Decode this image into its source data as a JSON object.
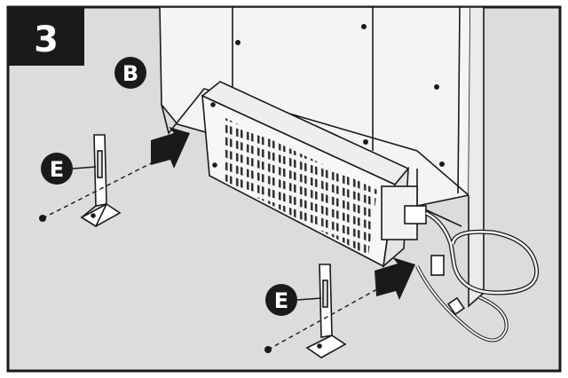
{
  "step": {
    "number": "3"
  },
  "callouts": {
    "chassis_label": "B",
    "bracket_label_left": "E",
    "bracket_label_right": "E"
  },
  "colors": {
    "background": "#dcdcdc",
    "ink": "#1a1a1a",
    "panel": "#f4f4f4",
    "callout": "#1a1a1a"
  }
}
